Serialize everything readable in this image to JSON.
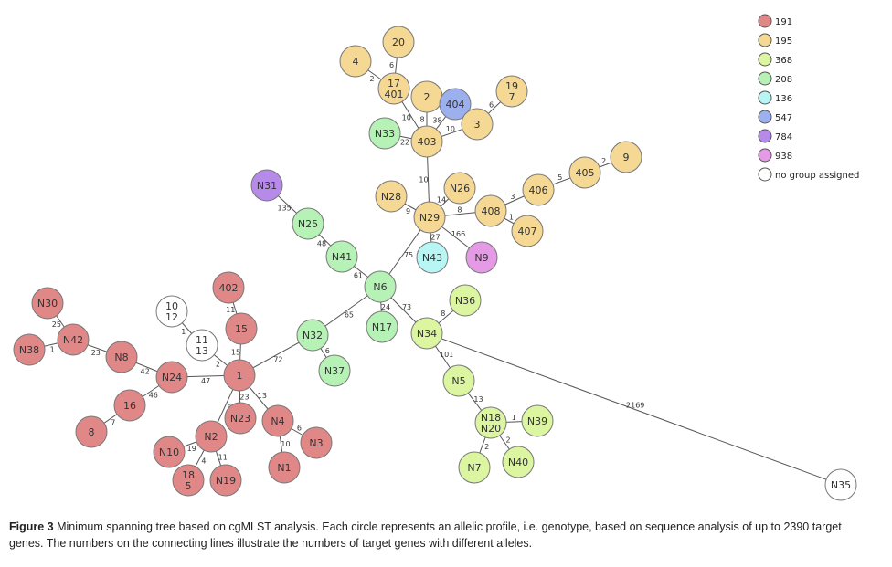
{
  "groups": {
    "191": "#e08888",
    "195": "#f5d893",
    "368": "#dcf5a0",
    "208": "#b6f2b6",
    "136": "#b8f5f5",
    "547": "#9db0ee",
    "784": "#b68ae8",
    "938": "#e49ae4",
    "none": "#ffffff"
  },
  "legend": [
    {
      "group": "191",
      "label": "191"
    },
    {
      "group": "195",
      "label": "195"
    },
    {
      "group": "368",
      "label": "368"
    },
    {
      "group": "208",
      "label": "208"
    },
    {
      "group": "136",
      "label": "136"
    },
    {
      "group": "547",
      "label": "547"
    },
    {
      "group": "784",
      "label": "784"
    },
    {
      "group": "938",
      "label": "938"
    },
    {
      "group": "none",
      "label": "no group assigned"
    }
  ],
  "nodes": [
    {
      "id": "20",
      "label": [
        "20"
      ],
      "group": "195"
    },
    {
      "id": "4",
      "label": [
        "4"
      ],
      "group": "195"
    },
    {
      "id": "17",
      "label": [
        "17",
        "401"
      ],
      "group": "195"
    },
    {
      "id": "2",
      "label": [
        "2"
      ],
      "group": "195"
    },
    {
      "id": "404",
      "label": [
        "404"
      ],
      "group": "547"
    },
    {
      "id": "19",
      "label": [
        "19",
        "7"
      ],
      "group": "195"
    },
    {
      "id": "3",
      "label": [
        "3"
      ],
      "group": "195"
    },
    {
      "id": "403",
      "label": [
        "403"
      ],
      "group": "195"
    },
    {
      "id": "N33",
      "label": [
        "N33"
      ],
      "group": "208"
    },
    {
      "id": "N31",
      "label": [
        "N31"
      ],
      "group": "784"
    },
    {
      "id": "N26",
      "label": [
        "N26"
      ],
      "group": "195"
    },
    {
      "id": "N28",
      "label": [
        "N28"
      ],
      "group": "195"
    },
    {
      "id": "N29",
      "label": [
        "N29"
      ],
      "group": "195"
    },
    {
      "id": "408",
      "label": [
        "408"
      ],
      "group": "195"
    },
    {
      "id": "406",
      "label": [
        "406"
      ],
      "group": "195"
    },
    {
      "id": "405",
      "label": [
        "405"
      ],
      "group": "195"
    },
    {
      "id": "9",
      "label": [
        "9"
      ],
      "group": "195"
    },
    {
      "id": "407",
      "label": [
        "407"
      ],
      "group": "195"
    },
    {
      "id": "N25",
      "label": [
        "N25"
      ],
      "group": "208"
    },
    {
      "id": "N43",
      "label": [
        "N43"
      ],
      "group": "136"
    },
    {
      "id": "N9",
      "label": [
        "N9"
      ],
      "group": "938"
    },
    {
      "id": "N41",
      "label": [
        "N41"
      ],
      "group": "208"
    },
    {
      "id": "N6",
      "label": [
        "N6"
      ],
      "group": "208"
    },
    {
      "id": "N17",
      "label": [
        "N17"
      ],
      "group": "208"
    },
    {
      "id": "N36",
      "label": [
        "N36"
      ],
      "group": "368"
    },
    {
      "id": "N34",
      "label": [
        "N34"
      ],
      "group": "368"
    },
    {
      "id": "N32",
      "label": [
        "N32"
      ],
      "group": "208"
    },
    {
      "id": "N37",
      "label": [
        "N37"
      ],
      "group": "208"
    },
    {
      "id": "N5",
      "label": [
        "N5"
      ],
      "group": "368"
    },
    {
      "id": "N18",
      "label": [
        "N18",
        "N20"
      ],
      "group": "368"
    },
    {
      "id": "N39",
      "label": [
        "N39"
      ],
      "group": "368"
    },
    {
      "id": "N7",
      "label": [
        "N7"
      ],
      "group": "368"
    },
    {
      "id": "N40",
      "label": [
        "N40"
      ],
      "group": "368"
    },
    {
      "id": "N35",
      "label": [
        "N35"
      ],
      "group": "none"
    },
    {
      "id": "N30",
      "label": [
        "N30"
      ],
      "group": "191"
    },
    {
      "id": "N42",
      "label": [
        "N42"
      ],
      "group": "191"
    },
    {
      "id": "N38",
      "label": [
        "N38"
      ],
      "group": "191"
    },
    {
      "id": "N8",
      "label": [
        "N8"
      ],
      "group": "191"
    },
    {
      "id": "10",
      "label": [
        "10",
        "12"
      ],
      "group": "none"
    },
    {
      "id": "11",
      "label": [
        "11",
        "13"
      ],
      "group": "none"
    },
    {
      "id": "402",
      "label": [
        "402"
      ],
      "group": "191"
    },
    {
      "id": "15",
      "label": [
        "15"
      ],
      "group": "191"
    },
    {
      "id": "N24",
      "label": [
        "N24"
      ],
      "group": "191"
    },
    {
      "id": "1",
      "label": [
        "1"
      ],
      "group": "191"
    },
    {
      "id": "16",
      "label": [
        "16"
      ],
      "group": "191"
    },
    {
      "id": "8",
      "label": [
        "8"
      ],
      "group": "191"
    },
    {
      "id": "N23",
      "label": [
        "N23"
      ],
      "group": "191"
    },
    {
      "id": "N4",
      "label": [
        "N4"
      ],
      "group": "191"
    },
    {
      "id": "N3",
      "label": [
        "N3"
      ],
      "group": "191"
    },
    {
      "id": "N1",
      "label": [
        "N1"
      ],
      "group": "191"
    },
    {
      "id": "N2",
      "label": [
        "N2"
      ],
      "group": "191"
    },
    {
      "id": "N10",
      "label": [
        "N10"
      ],
      "group": "191"
    },
    {
      "id": "18",
      "label": [
        "18",
        "5"
      ],
      "group": "191"
    },
    {
      "id": "N19",
      "label": [
        "N19"
      ],
      "group": "191"
    }
  ],
  "edges": [
    {
      "from": "20",
      "to": "17",
      "label": "6"
    },
    {
      "from": "4",
      "to": "17",
      "label": "2"
    },
    {
      "from": "17",
      "to": "403",
      "label": "10"
    },
    {
      "from": "2",
      "to": "403",
      "label": "8"
    },
    {
      "from": "404",
      "to": "403",
      "label": "38"
    },
    {
      "from": "19",
      "to": "3",
      "label": "6"
    },
    {
      "from": "3",
      "to": "403",
      "label": "10"
    },
    {
      "from": "N33",
      "to": "403",
      "label": "22"
    },
    {
      "from": "403",
      "to": "N29",
      "label": "10"
    },
    {
      "from": "N28",
      "to": "N29",
      "label": "9"
    },
    {
      "from": "N26",
      "to": "N29",
      "label": "14"
    },
    {
      "from": "408",
      "to": "N29",
      "label": "8"
    },
    {
      "from": "406",
      "to": "408",
      "label": "3"
    },
    {
      "from": "405",
      "to": "406",
      "label": "5"
    },
    {
      "from": "9",
      "to": "405",
      "label": "2"
    },
    {
      "from": "407",
      "to": "408",
      "label": "1"
    },
    {
      "from": "N43",
      "to": "N29",
      "label": "27"
    },
    {
      "from": "N9",
      "to": "N29",
      "label": "166"
    },
    {
      "from": "N6",
      "to": "N29",
      "label": "75"
    },
    {
      "from": "N31",
      "to": "N25",
      "label": "135"
    },
    {
      "from": "N25",
      "to": "N41",
      "label": "48"
    },
    {
      "from": "N41",
      "to": "N6",
      "label": "61"
    },
    {
      "from": "N17",
      "to": "N6",
      "label": "24"
    },
    {
      "from": "N34",
      "to": "N6",
      "label": "73"
    },
    {
      "from": "N32",
      "to": "N6",
      "label": "65"
    },
    {
      "from": "N36",
      "to": "N34",
      "label": "8"
    },
    {
      "from": "N37",
      "to": "N32",
      "label": "6"
    },
    {
      "from": "N5",
      "to": "N34",
      "label": "101"
    },
    {
      "from": "N18",
      "to": "N5",
      "label": "13"
    },
    {
      "from": "N39",
      "to": "N18",
      "label": "1"
    },
    {
      "from": "N7",
      "to": "N18",
      "label": "2"
    },
    {
      "from": "N40",
      "to": "N18",
      "label": "2"
    },
    {
      "from": "N35",
      "to": "N34",
      "label": "2169"
    },
    {
      "from": "1",
      "to": "N32",
      "label": "72"
    },
    {
      "from": "N30",
      "to": "N42",
      "label": "25"
    },
    {
      "from": "N38",
      "to": "N42",
      "label": "1"
    },
    {
      "from": "N42",
      "to": "N8",
      "label": "23"
    },
    {
      "from": "N8",
      "to": "N24",
      "label": "42"
    },
    {
      "from": "N24",
      "to": "1",
      "label": "47"
    },
    {
      "from": "10",
      "to": "11",
      "label": "1"
    },
    {
      "from": "11",
      "to": "1",
      "label": "2"
    },
    {
      "from": "402",
      "to": "15",
      "label": "11"
    },
    {
      "from": "15",
      "to": "1",
      "label": "15"
    },
    {
      "from": "16",
      "to": "N24",
      "label": "46"
    },
    {
      "from": "8",
      "to": "16",
      "label": "7"
    },
    {
      "from": "N23",
      "to": "1",
      "label": "23"
    },
    {
      "from": "N4",
      "to": "1",
      "label": "13"
    },
    {
      "from": "N3",
      "to": "N4",
      "label": "6"
    },
    {
      "from": "N1",
      "to": "N4",
      "label": "10"
    },
    {
      "from": "N2",
      "to": "1",
      "label": "5"
    },
    {
      "from": "N10",
      "to": "N2",
      "label": "19"
    },
    {
      "from": "18",
      "to": "N2",
      "label": "4"
    },
    {
      "from": "N19",
      "to": "N2",
      "label": "11"
    }
  ],
  "caption": {
    "label": "Figure 3",
    "text": " Minimum spanning tree based on cgMLST analysis. Each circle represents an allelic profile, i.e. genotype, based on sequence analysis of up to 2390 target genes. The numbers on the connecting lines illustrate the numbers of target genes with different alleles."
  }
}
